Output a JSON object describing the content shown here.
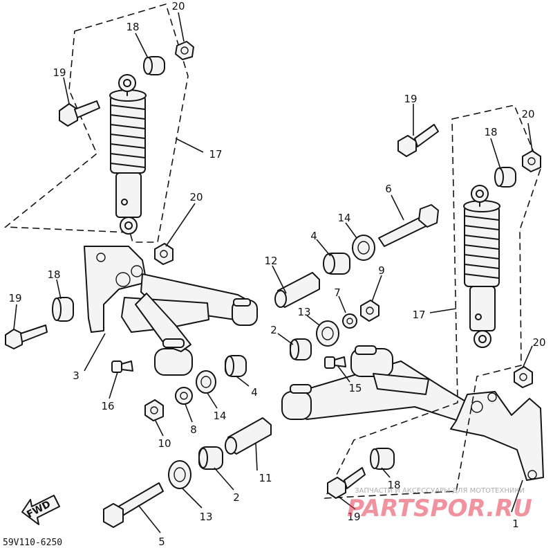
{
  "diagram": {
    "part_number": "59V110-6250",
    "fwd_label": "FWD",
    "colors": {
      "ink": "#141414",
      "watermark": "#e73c52"
    },
    "callouts": {
      "c1": "1",
      "c2a": "2",
      "c2b": "2",
      "c3": "3",
      "c4a": "4",
      "c4b": "4",
      "c5": "5",
      "c6": "6",
      "c7": "7",
      "c8": "8",
      "c9": "9",
      "c10": "10",
      "c11": "11",
      "c12": "12",
      "c13a": "13",
      "c13b": "13",
      "c14a": "14",
      "c14b": "14",
      "c15": "15",
      "c16": "16",
      "c17a": "17",
      "c17b": "17",
      "c18a": "18",
      "c18b": "18",
      "c18c": "18",
      "c18d": "18",
      "c19a": "19",
      "c19b": "19",
      "c19c": "19",
      "c19d": "19",
      "c20a": "20",
      "c20b": "20",
      "c20c": "20",
      "c20d": "20"
    }
  },
  "watermark": {
    "brand": "PARTSPOR.RU",
    "tagline": "ЗАПЧАСТИ И АКСЕССУАРЫ ДЛЯ МОТОТЕХНИКИ"
  }
}
